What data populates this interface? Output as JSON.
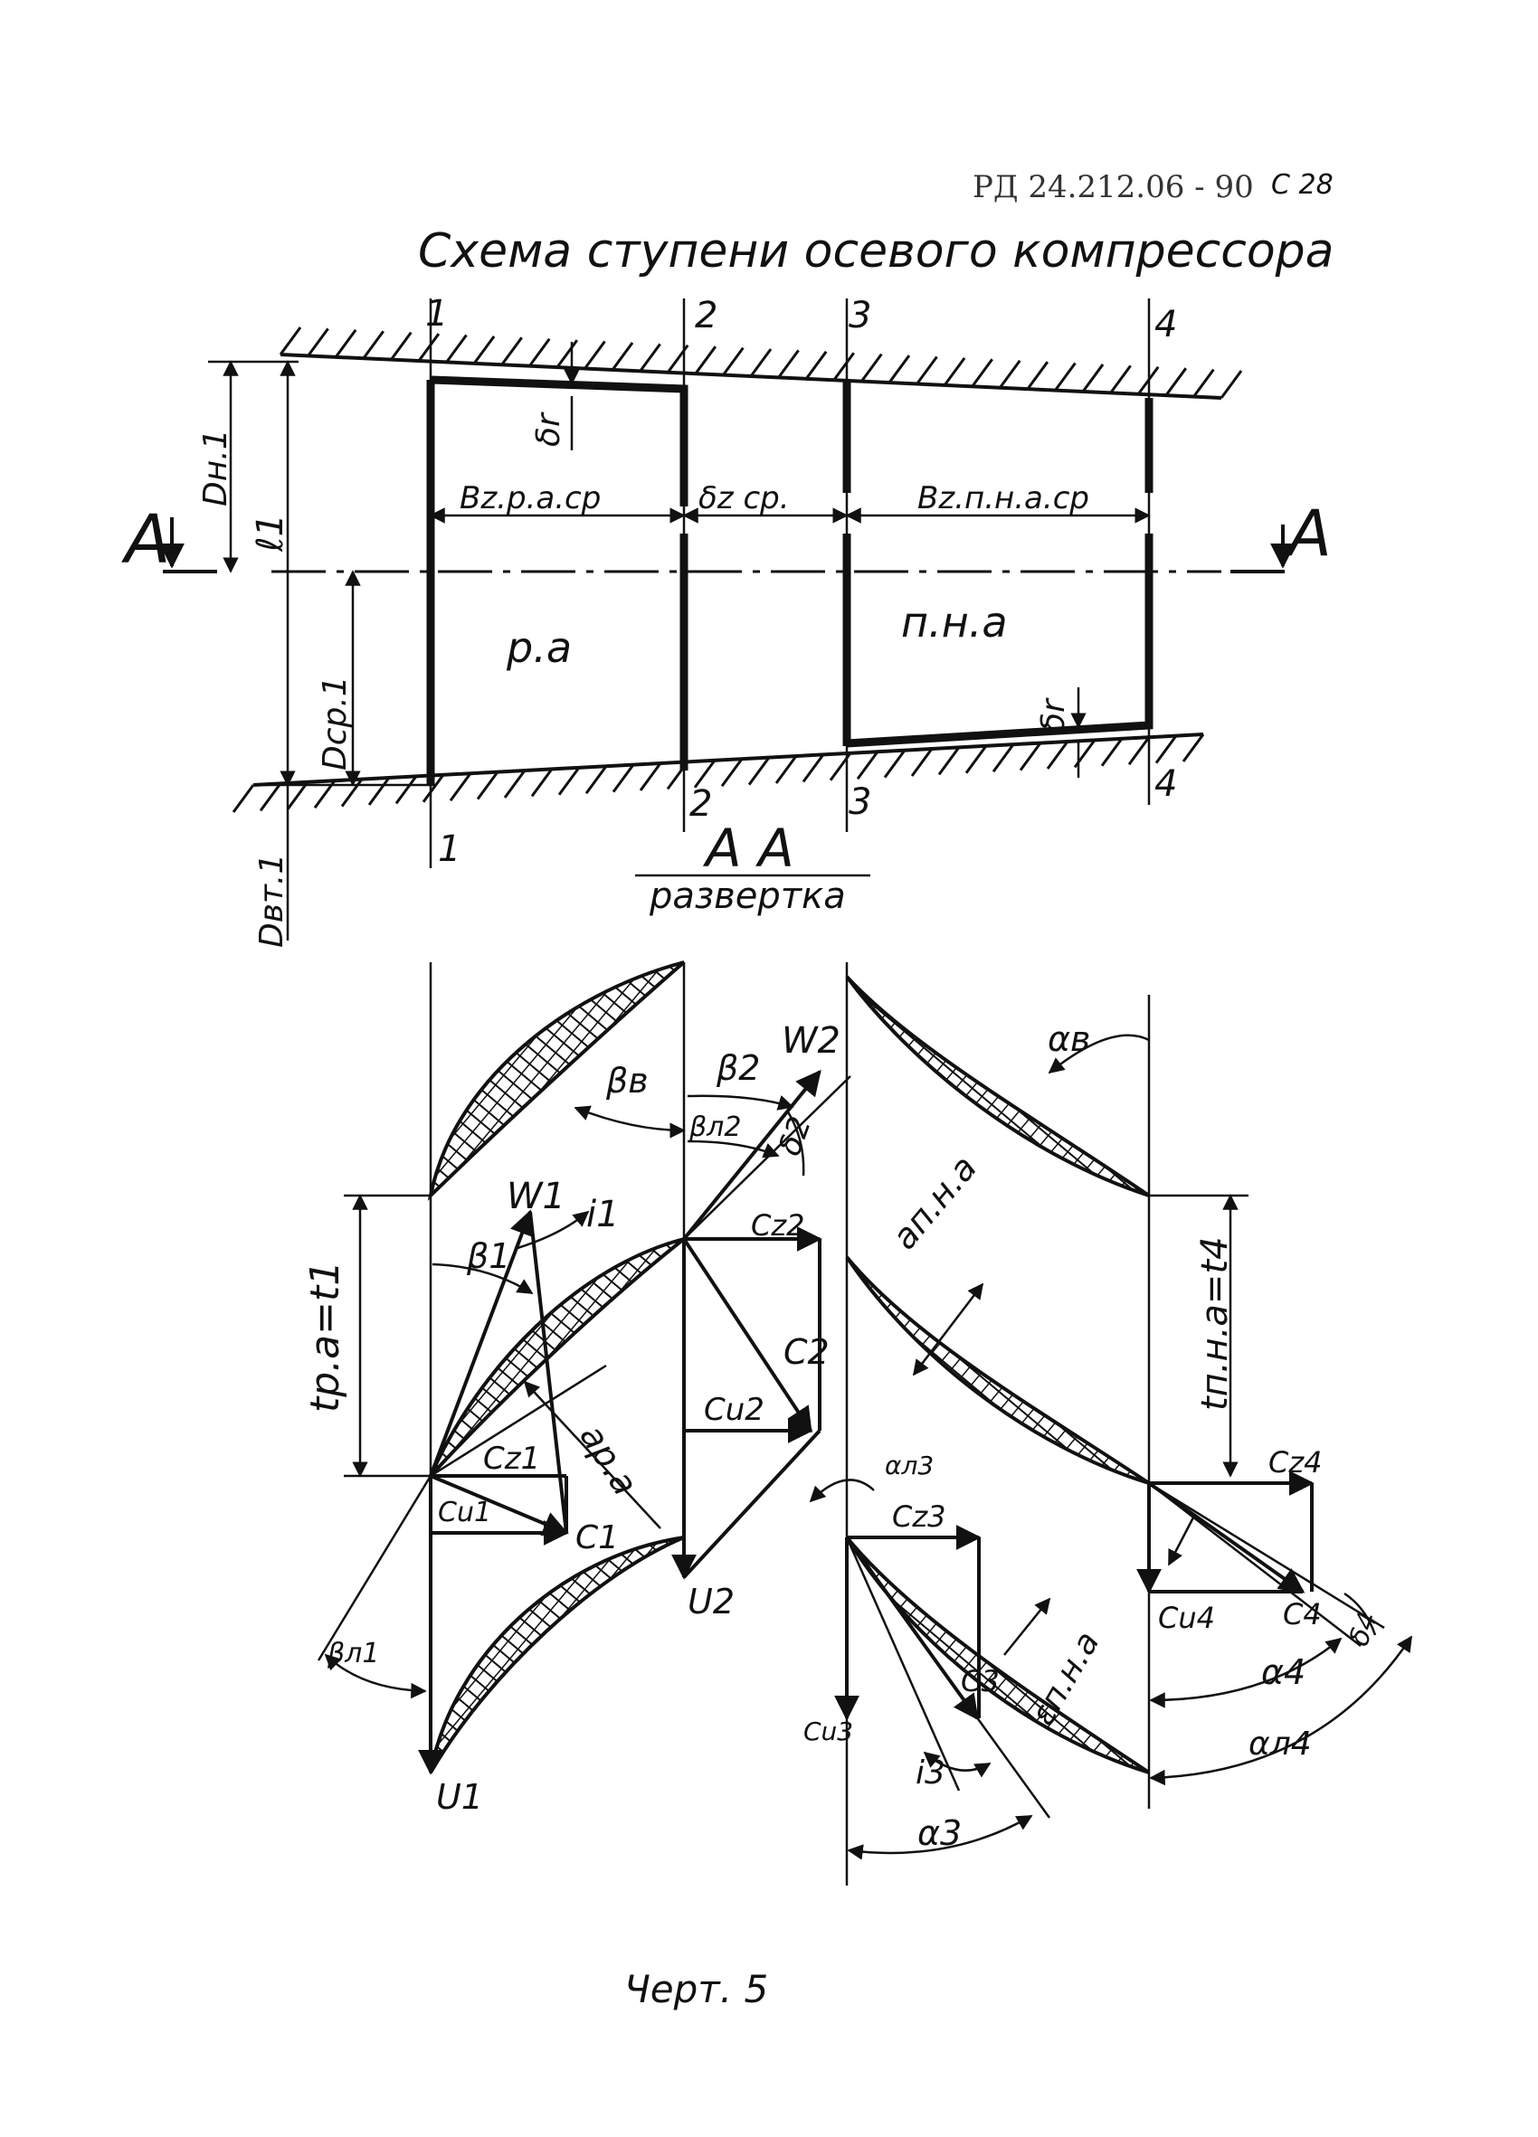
{
  "header": {
    "doc_code": "РД 24.212.06 - 90",
    "page": "С 28"
  },
  "title": "Схема ступени осевого компрессора",
  "caption": "Черт. 5",
  "scheme": {
    "stations_top": [
      "1",
      "2",
      "3",
      "4"
    ],
    "stations_bottom": [
      "1",
      "2",
      "3",
      "4"
    ],
    "section_mark": "А",
    "dims": {
      "d_tip": "Dн.1",
      "l1": "ℓ1",
      "d_mean": "Dср.1",
      "d_hub": "Dвт.1",
      "b_rotor": "Bz.р.а.ср",
      "gap": "δz ср.",
      "b_stator": "Bz.п.н.а.ср",
      "delta_r_top": "δr",
      "delta_r_bottom": "δr"
    },
    "rotor_label": "р.а",
    "stator_label": "п.н.а"
  },
  "section": {
    "title": "А А",
    "subtitle": "развертка",
    "labels": {
      "pitch_rotor": "tр.а=t1",
      "pitch_stator": "tп.н.а=t4",
      "beta_b": "βв",
      "beta_2": "β2",
      "beta_l2": "βл2",
      "delta_2": "δ2",
      "w2": "W2",
      "w1": "W1",
      "i1": "i1",
      "beta_1": "β1",
      "cz2": "Cz2",
      "c2": "C2",
      "cu2": "Cu2",
      "u2": "U2",
      "cz1": "Cz1",
      "cu1": "Cu1",
      "c1": "C1",
      "a_ra": "aр.а",
      "beta_l1": "βл1",
      "u1": "U1",
      "alpha_b": "αв",
      "a_pna": "aп.н.а",
      "cz4": "Cz4",
      "alpha_l3": "αл3",
      "cz3": "Cz3",
      "cu4": "Cu4",
      "c4": "C4",
      "delta_4": "δ4",
      "eps_pna": "εп.н.а",
      "c3": "C3",
      "alpha_4": "α4",
      "cu3": "Cu3",
      "i3": "i3",
      "alpha_l4": "αл4",
      "alpha_3": "α3"
    }
  }
}
